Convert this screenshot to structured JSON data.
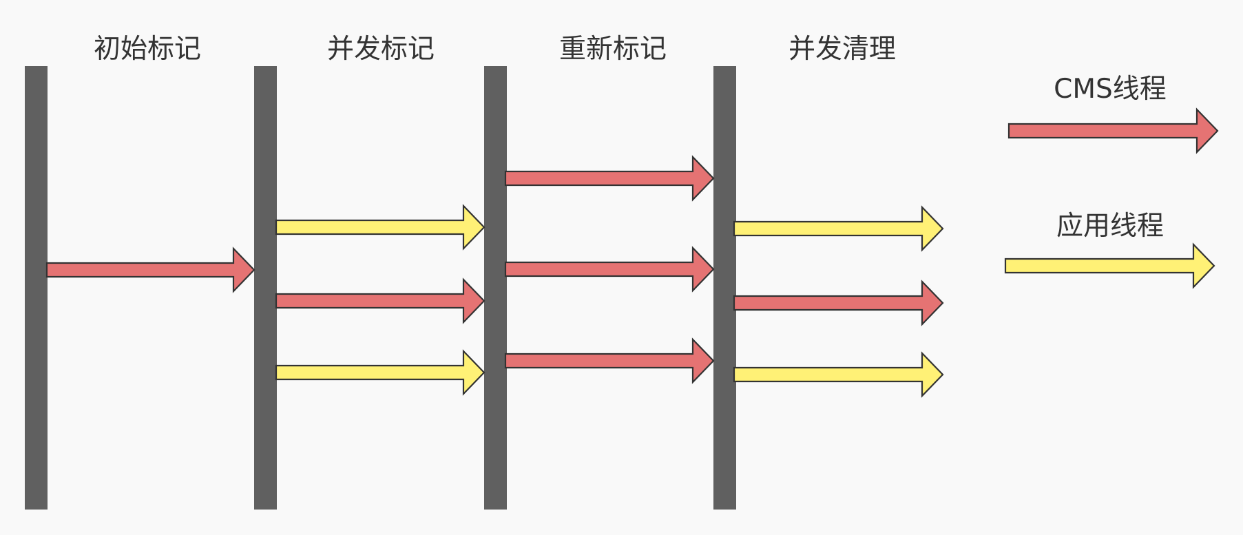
{
  "phases": [
    {
      "label": "初始标记",
      "arrows": [
        "cms"
      ]
    },
    {
      "label": "并发标记",
      "arrows": [
        "app",
        "cms",
        "app"
      ]
    },
    {
      "label": "重新标记",
      "arrows": [
        "cms",
        "cms",
        "cms"
      ]
    },
    {
      "label": "并发清理",
      "arrows": [
        "app",
        "cms",
        "app"
      ]
    }
  ],
  "legend": [
    {
      "label": "CMS线程",
      "kind": "cms"
    },
    {
      "label": "应用线程",
      "kind": "app"
    }
  ],
  "colors": {
    "background": "#f9f9f9",
    "bar": "#606060",
    "cms": "#e57373",
    "app": "#fff176",
    "stroke": "#333333",
    "text": "#333333"
  }
}
